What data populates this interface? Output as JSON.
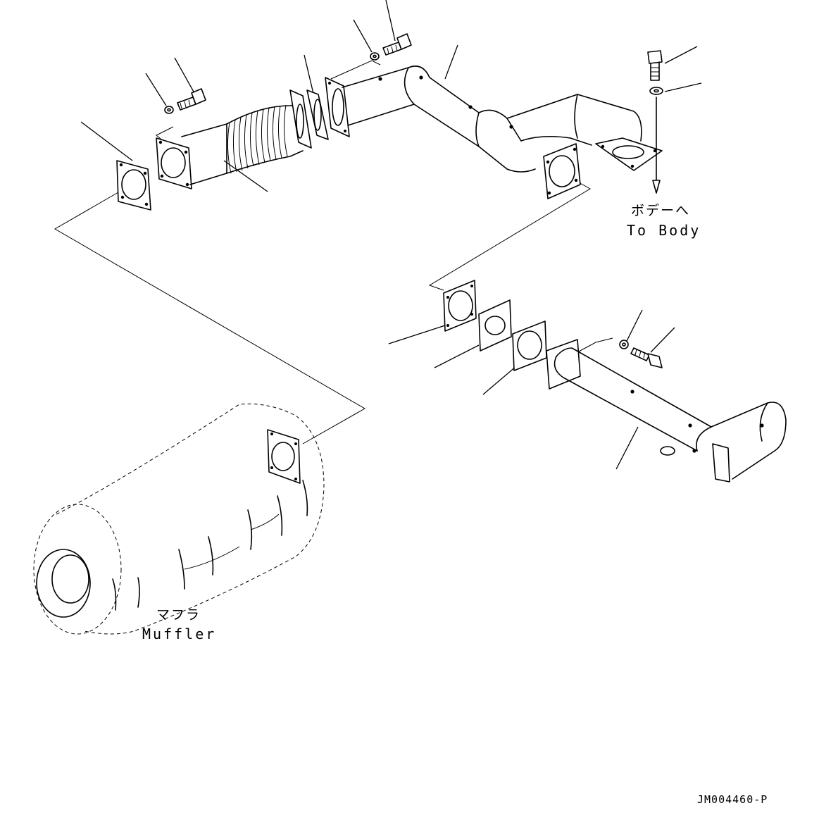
{
  "labels": {
    "to_body_jp": "ボデーへ",
    "to_body_en": "To Body",
    "muffler_jp": "マフラ",
    "muffler_en": "Muffler",
    "drawing_code": "JM004460-P"
  }
}
